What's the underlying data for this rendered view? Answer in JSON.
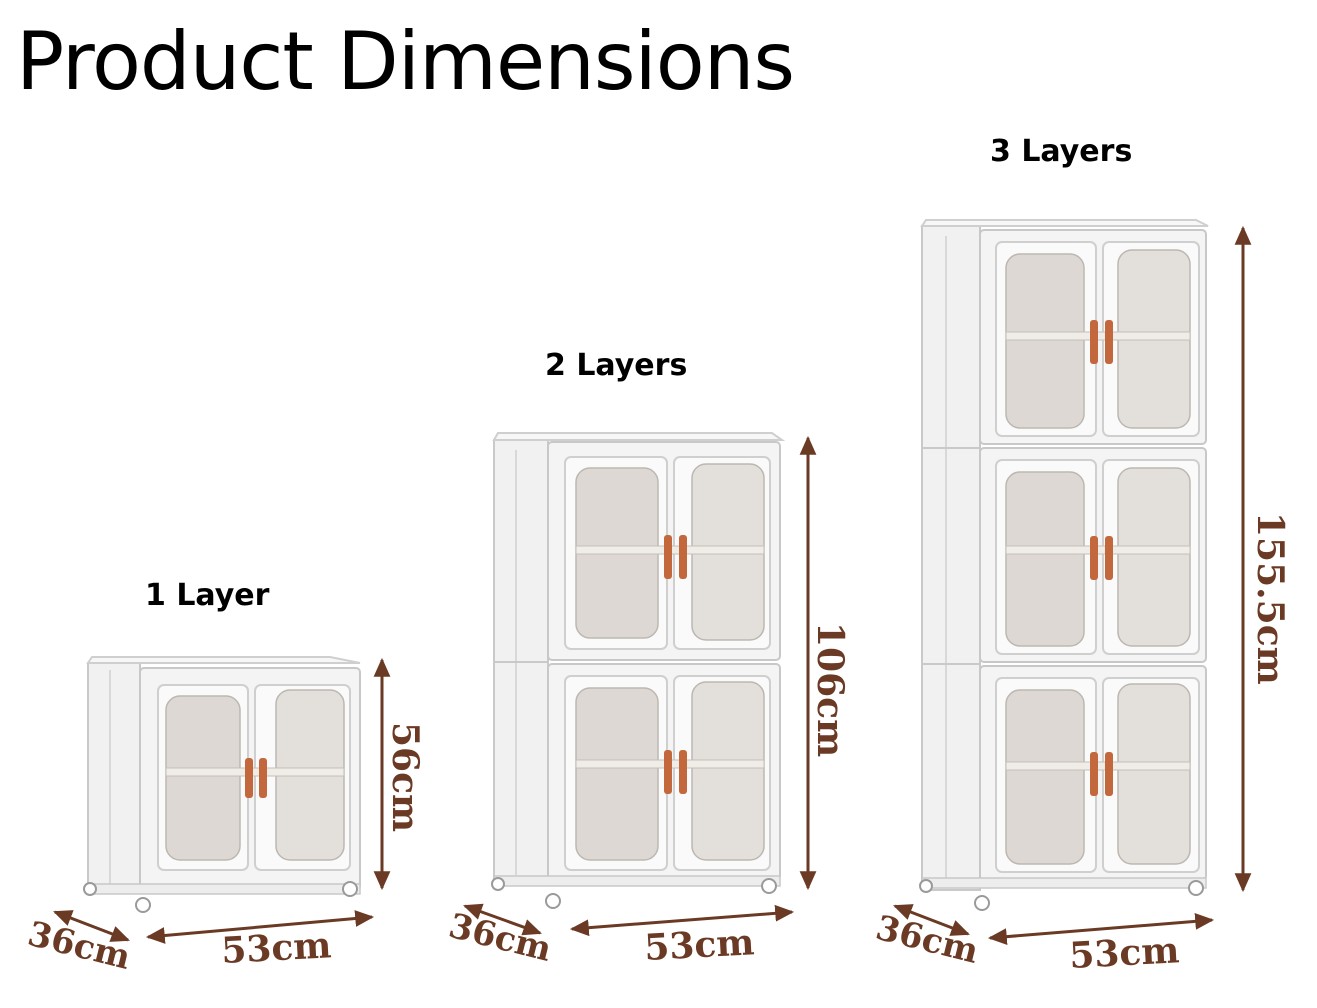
{
  "title": "Product Dimensions",
  "colors": {
    "dimension": "#6b3a24",
    "handle": "#c3683c",
    "frame": "#f3f3f3",
    "glass": "#dcd7d2"
  },
  "variants": [
    {
      "label": "1 Layer",
      "layers": 1,
      "height": "56cm",
      "width": "53cm",
      "depth": "36cm"
    },
    {
      "label": "2 Layers",
      "layers": 2,
      "height": "106cm",
      "width": "53cm",
      "depth": "36cm"
    },
    {
      "label": "3 Layers",
      "layers": 3,
      "height": "155.5cm",
      "width": "53cm",
      "depth": "36cm"
    }
  ]
}
